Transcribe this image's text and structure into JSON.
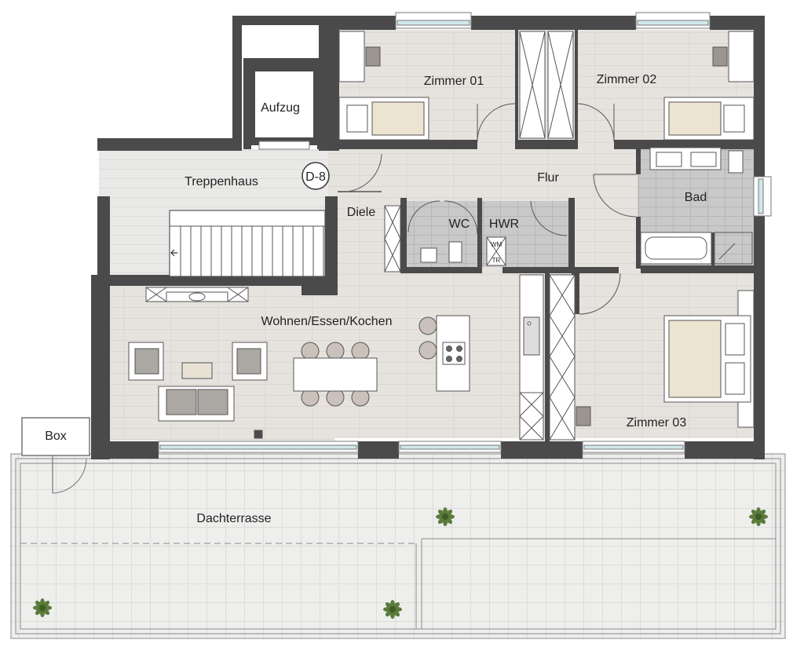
{
  "rooms": {
    "aufzug": "Aufzug",
    "treppenhaus": "Treppenhaus",
    "apartment_id": "D-8",
    "zimmer01": "Zimmer 01",
    "zimmer02": "Zimmer 02",
    "zimmer03": "Zimmer 03",
    "flur": "Flur",
    "bad": "Bad",
    "diele": "Diele",
    "wc": "WC",
    "hwr": "HWR",
    "wohnen": "Wohnen/Essen/Kochen",
    "box": "Box",
    "dachterrasse": "Dachterrasse"
  },
  "appliance": {
    "wm": "WM",
    "tr": "TR"
  },
  "colors": {
    "wall": "#4a4a4b",
    "floor": "#e6e3de",
    "stair_floor": "#e9e9e7",
    "tile": "#c8c8c8",
    "terrace": "#ededec",
    "furniture": "#ffffff",
    "bed_cover": "#ece3d1",
    "sofa_gray": "#aba7a3",
    "plant": "#5a7b3b"
  }
}
